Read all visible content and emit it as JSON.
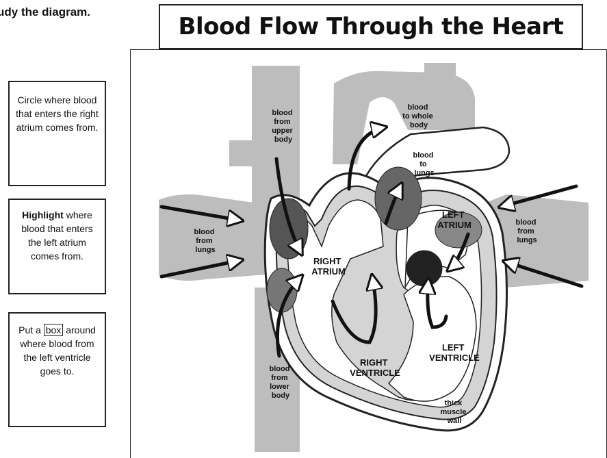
{
  "instruction": "udy the diagram.",
  "title": "Blood Flow Through the Heart",
  "cards": {
    "circle": {
      "text": "Circle where blood that enters the right atrium comes from."
    },
    "highlight": {
      "strong": "Highlight",
      "text": "where blood that enters the left atrium comes from."
    },
    "box": {
      "prefix": "Put a",
      "boxed": "box",
      "text": "around where blood from the left ventricle goes to."
    }
  },
  "labels": {
    "upper_body": [
      "blood",
      "from",
      "upper",
      "body"
    ],
    "whole_body": [
      "blood",
      "to whole",
      "body"
    ],
    "to_lungs": [
      "blood",
      "to",
      "lungs"
    ],
    "from_lungs_left": [
      "blood",
      "from",
      "lungs"
    ],
    "from_lungs_right": [
      "blood",
      "from",
      "lungs"
    ],
    "right_atrium": [
      "RIGHT",
      "ATRIUM"
    ],
    "left_atrium": [
      "LEFT",
      "ATRIUM"
    ],
    "right_ventricle": [
      "RIGHT",
      "VENTRICLE"
    ],
    "left_ventricle": [
      "LEFT",
      "VENTRICLE"
    ],
    "lower_body": [
      "blood",
      "from",
      "lower",
      "body"
    ],
    "muscle_wall": [
      "thick",
      "muscle",
      "wall"
    ]
  }
}
